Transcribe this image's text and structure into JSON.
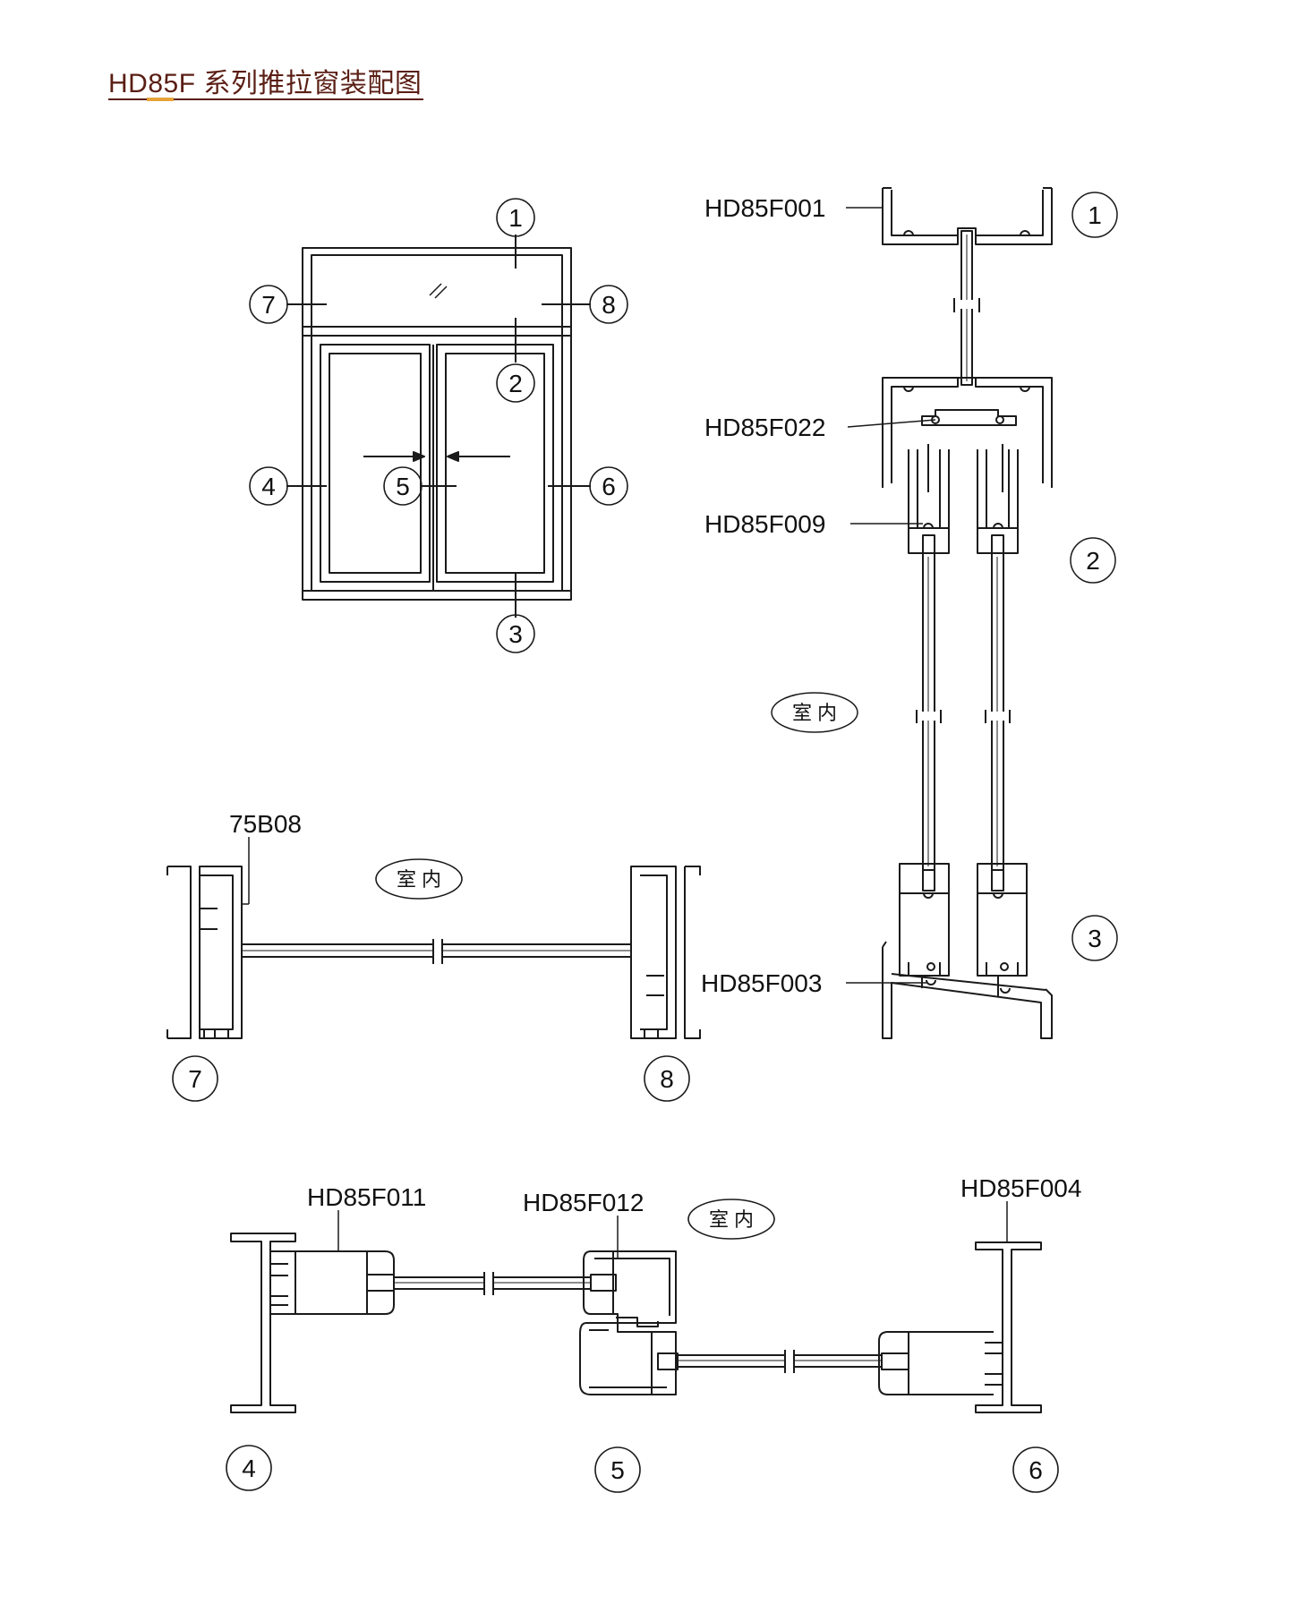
{
  "title": "HD85F 系列推拉窗装配图",
  "indoor_label": "室 内",
  "callouts": [
    "1",
    "2",
    "3",
    "4",
    "5",
    "6",
    "7",
    "8"
  ],
  "parts": {
    "top_frame": "HD85F001",
    "interlock_rail": "HD85F022",
    "sash_rail": "HD85F009",
    "bottom_frame": "HD85F003",
    "fixed_side": "75B08",
    "side_jamb_left": "HD85F011",
    "meeting_stile": "HD85F012",
    "side_jamb_right": "HD85F004"
  },
  "colors": {
    "line": "#1a1a1a",
    "title": "#5a1e14",
    "accent": "#e7a338"
  }
}
